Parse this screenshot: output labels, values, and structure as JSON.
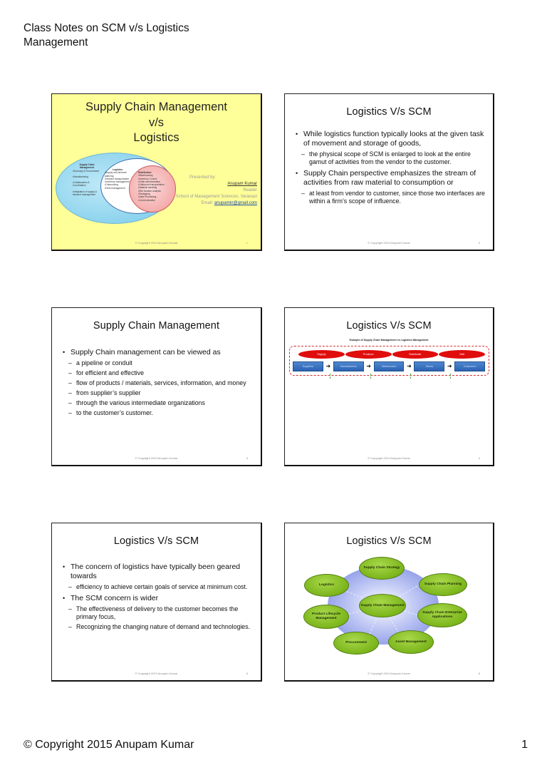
{
  "document": {
    "title": "Class Notes on SCM v/s Logistics Management",
    "footer_copyright": "© Copyright 2015 Anupam Kumar",
    "page_number": "1"
  },
  "slide_footer_text": "© Copyright 2013 Anupam Kumar",
  "slides": [
    {
      "number": "1",
      "background": "#FFFF99",
      "title_lines": [
        "Supply Chain Management",
        "v/s",
        "Logistics"
      ],
      "venn": {
        "outer": {
          "heading": "Supply Chain Management",
          "items": [
            "•Sourcing & Procurement",
            "•Manufacturing",
            "•Collaboration & Coordination",
            "•Integration of supply & demand management"
          ]
        },
        "middle": {
          "heading": "Logistics",
          "items": [
            "•Supply and demand planning",
            "•Inbound transportation",
            "•Inventory management",
            "•Outsourcing",
            "•Fleet management"
          ]
        },
        "inner": {
          "heading": "Distribution",
          "items": [
            "•Warehousing",
            "•Inventory Control",
            "•Order administration",
            "•Outbound transportation",
            "•Material handling",
            "•Site location analysis",
            "•Packaging",
            "•Data Processing",
            "•Communication"
          ]
        }
      },
      "presenter": {
        "intro": "Presented by:",
        "name": "Anupam Kumar",
        "role": "Reader",
        "school": "School of Management Sciences, Varanasi",
        "email_label": "Email: ",
        "email": "anupamkr@gmail.com"
      }
    },
    {
      "number": "2",
      "title": "Logistics V/s SCM",
      "bullets": [
        {
          "text": "While logistics function typically looks at the given task of movement and storage of goods,",
          "sub": [
            "the physical scope of SCM is enlarged to look at the entire gamut of activities from the vendor to the customer."
          ]
        },
        {
          "text": "Supply Chain perspective emphasizes the stream of activities from raw material to consumption or",
          "sub": [
            "at least from vendor to customer, since those two interfaces are within a firm’s scope of influence."
          ]
        }
      ]
    },
    {
      "number": "3",
      "title": "Supply Chain Management",
      "bullets": [
        {
          "text": "Supply Chain management can be viewed as",
          "sub": [
            "a pipeline or conduit",
            "for efficient and effective",
            "flow of products / materials, services, information, and money",
            "from supplier’s supplier",
            "through the various intermediate organizations",
            "to the customer’s customer."
          ]
        }
      ]
    },
    {
      "number": "4",
      "title": "Logistics V/s SCM",
      "diagram": {
        "caption": "Example of Supply Chain Management vs Logistics Management",
        "stages": [
          "Supply",
          "Produce",
          "Distribute",
          "Sell"
        ],
        "entities": [
          "Suppliers",
          "Manufacturers",
          "Warehouses",
          "Stores",
          "Customers"
        ],
        "stage_color": "#E00D0D",
        "entity_color": "#3A72C0",
        "arrow_glyph": "➜"
      }
    },
    {
      "number": "5",
      "title": "Logistics V/s SCM",
      "bullets": [
        {
          "text": "The concern of logistics have typically been geared towards",
          "sub": [
            "efficiency to achieve certain goals of service at minimum cost."
          ]
        },
        {
          "text": "The SCM concern is wider",
          "sub": [
            "The effectiveness of delivery to the customer becomes the primary focus,",
            "Recognizing the changing nature of demand and technologies."
          ]
        }
      ]
    },
    {
      "number": "6",
      "title": "Logistics V/s SCM",
      "diagram": {
        "center": "Supply Chain Management",
        "nodes": [
          "Supply Chain Strategy",
          "Supply Chain Planning",
          "Supply Chain Enterprise Applications",
          "Asset Management",
          "Procurement",
          "Product Lifecycle Management",
          "Logistics"
        ],
        "node_color": "#7BB51B",
        "hub_color": "#6F7FE0"
      }
    }
  ]
}
